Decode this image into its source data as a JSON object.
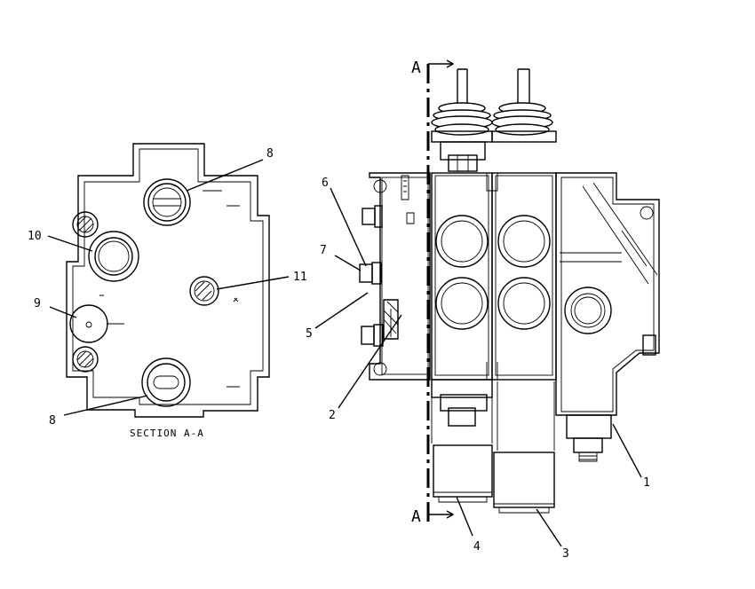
{
  "callouts": {
    "c1": "1",
    "c2": "2",
    "c3": "3",
    "c4": "4",
    "c5": "5",
    "c6": "6",
    "c7": "7",
    "c8a": "8",
    "c8b": "8",
    "c9": "9",
    "c10": "10",
    "c11": "11"
  },
  "section_marker_top": "A",
  "section_marker_bottom": "A",
  "section_caption": "SECTION A-A"
}
